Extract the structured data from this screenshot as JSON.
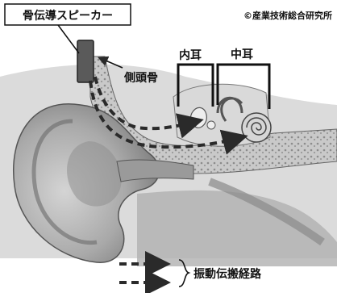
{
  "labels": {
    "speaker": "骨伝導スピーカー",
    "copyright": "©産業技術総合研究所",
    "temporal_bone": "側頭骨",
    "inner_ear": "内耳",
    "middle_ear": "中耳",
    "legend": "振動伝搬経路"
  },
  "colors": {
    "background": "#ffffff",
    "speaker_device": "#5a5a5a",
    "path_arrow": "#2a2a2a",
    "bracket": "#111111"
  }
}
